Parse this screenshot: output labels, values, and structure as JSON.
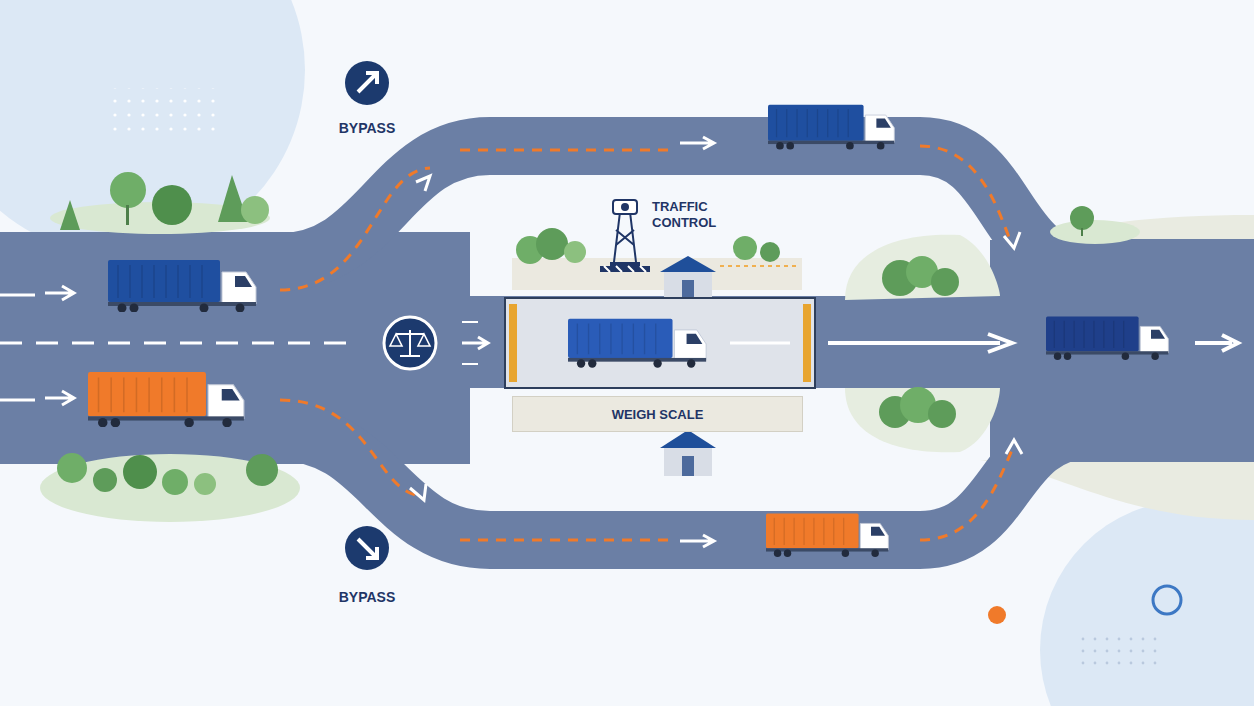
{
  "diagram": {
    "nodes": [
      {
        "text": [
          "WEIGH SCALE"
        ]
      }
    ],
    "labels": [
      "BYPASS",
      "TRAFFIC CONTROL",
      "BYPASS"
    ]
  }
}
